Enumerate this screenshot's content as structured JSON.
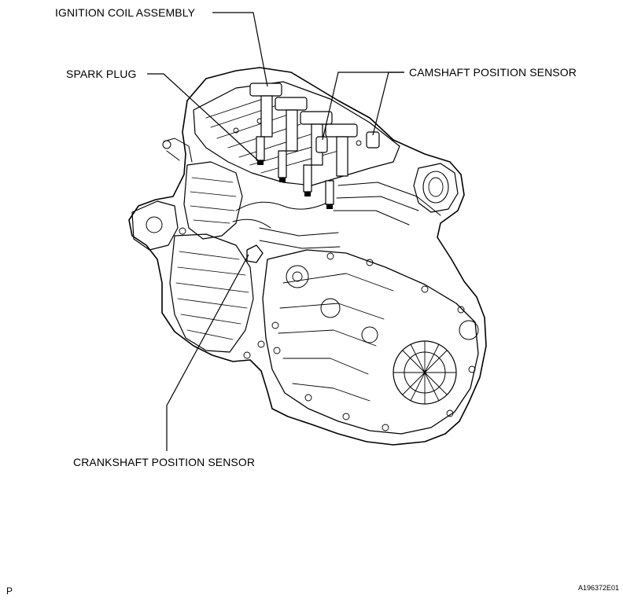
{
  "callouts": {
    "ignition_coil": "IGNITION COIL ASSEMBLY",
    "spark_plug": "SPARK PLUG",
    "camshaft_sensor": "CAMSHAFT POSITION SENSOR",
    "crankshaft_sensor": "CRANKSHAFT POSITION SENSOR"
  },
  "footer": {
    "page_marker": "P",
    "figure_id": "A196372E01"
  }
}
